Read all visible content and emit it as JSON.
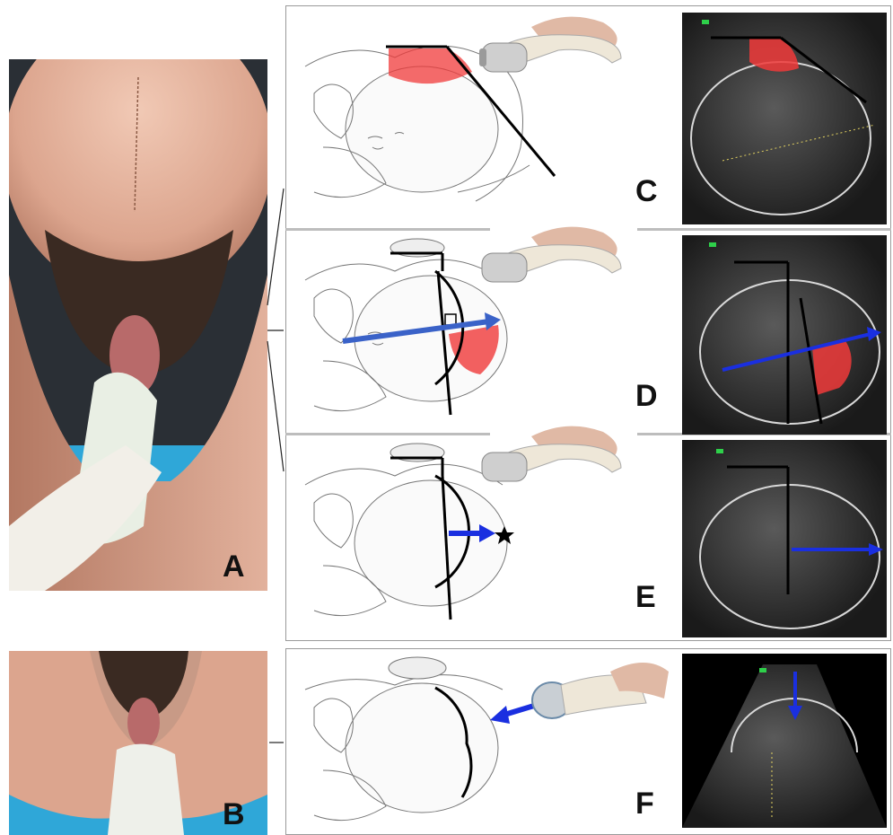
{
  "panels": {
    "a": {
      "label": "A"
    },
    "b": {
      "label": "B"
    },
    "c": {
      "label": "C"
    },
    "d": {
      "label": "D"
    },
    "e": {
      "label": "E"
    },
    "f": {
      "label": "F"
    }
  },
  "colors": {
    "skin": "#d9a58f",
    "drape": "#2fa7d8",
    "measure_blue": "#1a2fe0",
    "overlay_red": "#f03a3a",
    "line_black": "#000000"
  },
  "icons": [
    "ultrasound-probe-icon",
    "hand-icon",
    "star-icon"
  ]
}
